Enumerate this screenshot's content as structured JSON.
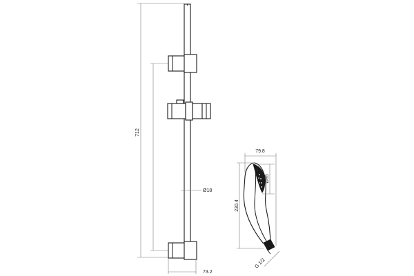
{
  "dimensions": {
    "rail_height": "712",
    "rod_diameter": "Ø18",
    "base_width": "73.2",
    "head_width": "79.8",
    "head_diameter": "Ø85",
    "handset_length": "230.4",
    "thread": "G 1/2"
  }
}
